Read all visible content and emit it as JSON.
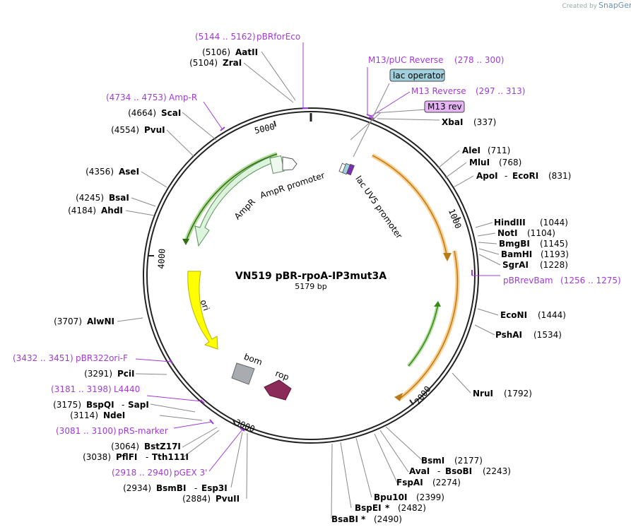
{
  "header": {
    "created_by": "Created by",
    "brand": "SnapGene"
  },
  "plasmid": {
    "name": "VN519 pBR-rpoA-IP3mut3A",
    "size": "5179 bp"
  },
  "ticks": {
    "t1000": "1000",
    "t2000": "2000",
    "t3000": "3000",
    "t4000": "4000",
    "t5000": "5000"
  },
  "features": {
    "ampr": "AmpR",
    "ampr_promoter": "AmpR promoter",
    "lac_uv5": "lac UV5 promoter",
    "ori": "ori",
    "bom": "bom",
    "rop": "rop",
    "lac_operator": "lac operator",
    "m13_rev": "M13 rev"
  },
  "primers": {
    "pbrforeco": {
      "pos": "(5144 .. 5162)",
      "name": "pBRforEco"
    },
    "m13puc": {
      "name": "M13/pUC Reverse",
      "pos": "(278 .. 300)"
    },
    "m13rev": {
      "name": "M13 Reverse",
      "pos": "(297 .. 313)"
    },
    "ampr": {
      "pos": "(4734 .. 4753)",
      "name": "Amp-R"
    },
    "pbrrevbam": {
      "name": "pBRrevBam",
      "pos": "(1256 .. 1275)"
    },
    "pbr322ori": {
      "pos": "(3432 .. 3451)",
      "name": "pBR322ori-F"
    },
    "l4440": {
      "pos": "(3181 .. 3198)",
      "name": "L4440"
    },
    "prs": {
      "pos": "(3081 .. 3100)",
      "name": "pRS-marker"
    },
    "pgex": {
      "pos": "(2918 .. 2940)",
      "name": "pGEX 3'"
    }
  },
  "enzymes_left": [
    {
      "pos": "(5106)",
      "name": "AatII"
    },
    {
      "pos": "(5104)",
      "name": "ZraI"
    },
    {
      "pos": "(4664)",
      "name": "ScaI"
    },
    {
      "pos": "(4554)",
      "name": "PvuI"
    },
    {
      "pos": "(4356)",
      "name": "AseI"
    },
    {
      "pos": "(4245)",
      "name": "BsaI"
    },
    {
      "pos": "(4184)",
      "name": "AhdI"
    },
    {
      "pos": "(3707)",
      "name": "AlwNI"
    },
    {
      "pos": "(3291)",
      "name": "PciI"
    },
    {
      "pos": "(3175)",
      "name": "BspQI",
      "sep": "-",
      "name2": "SapI"
    },
    {
      "pos": "(3114)",
      "name": "NdeI"
    },
    {
      "pos": "(3064)",
      "name": "BstZ17I"
    },
    {
      "pos": "(3038)",
      "name": "PflFI",
      "sep": "-",
      "name2": "Tth111I"
    },
    {
      "pos": "(2934)",
      "name": "BsmBI",
      "sep": "-",
      "name2": "Esp3I"
    },
    {
      "pos": "(2884)",
      "name": "PvuII"
    }
  ],
  "enzymes_right": [
    {
      "name": "XbaI",
      "pos": "(337)"
    },
    {
      "name": "AleI",
      "pos": "(711)"
    },
    {
      "name": "MluI",
      "pos": "(768)"
    },
    {
      "name": "ApoI",
      "sep": "-",
      "name2": "EcoRI",
      "pos": "(831)"
    },
    {
      "name": "HindIII",
      "pos": "(1044)"
    },
    {
      "name": "NotI",
      "pos": "(1104)"
    },
    {
      "name": "BmgBI",
      "pos": "(1145)"
    },
    {
      "name": "BamHI",
      "pos": "(1193)"
    },
    {
      "name": "SgrAI",
      "pos": "(1228)"
    },
    {
      "name": "EcoNI",
      "pos": "(1444)"
    },
    {
      "name": "PshAI",
      "pos": "(1534)"
    },
    {
      "name": "NruI",
      "pos": "(1792)"
    },
    {
      "name": "BsmI",
      "pos": "(2177)"
    },
    {
      "name": "AvaI",
      "sep": "-",
      "name2": "BsoBI",
      "pos": "(2243)"
    },
    {
      "name": "FspAI",
      "pos": "(2274)"
    },
    {
      "name": "Bpu10I",
      "pos": "(2399)"
    },
    {
      "name": "BspEI",
      "star": "*",
      "pos": "(2482)"
    },
    {
      "name": "BsaBI",
      "star": "*",
      "pos": "(2490)"
    }
  ],
  "colors": {
    "backbone": "#222222",
    "primer": "#a03bd6",
    "orange": "#f6a42b",
    "green": "#5fb832",
    "yellow": "#ffff00",
    "bom": "#a8abb0",
    "rop": "#8b2b5a",
    "ampr_fill": "#ddf5dd",
    "lac_operator": "#9fd0dc",
    "m13_rev": "#e6b3f5"
  }
}
